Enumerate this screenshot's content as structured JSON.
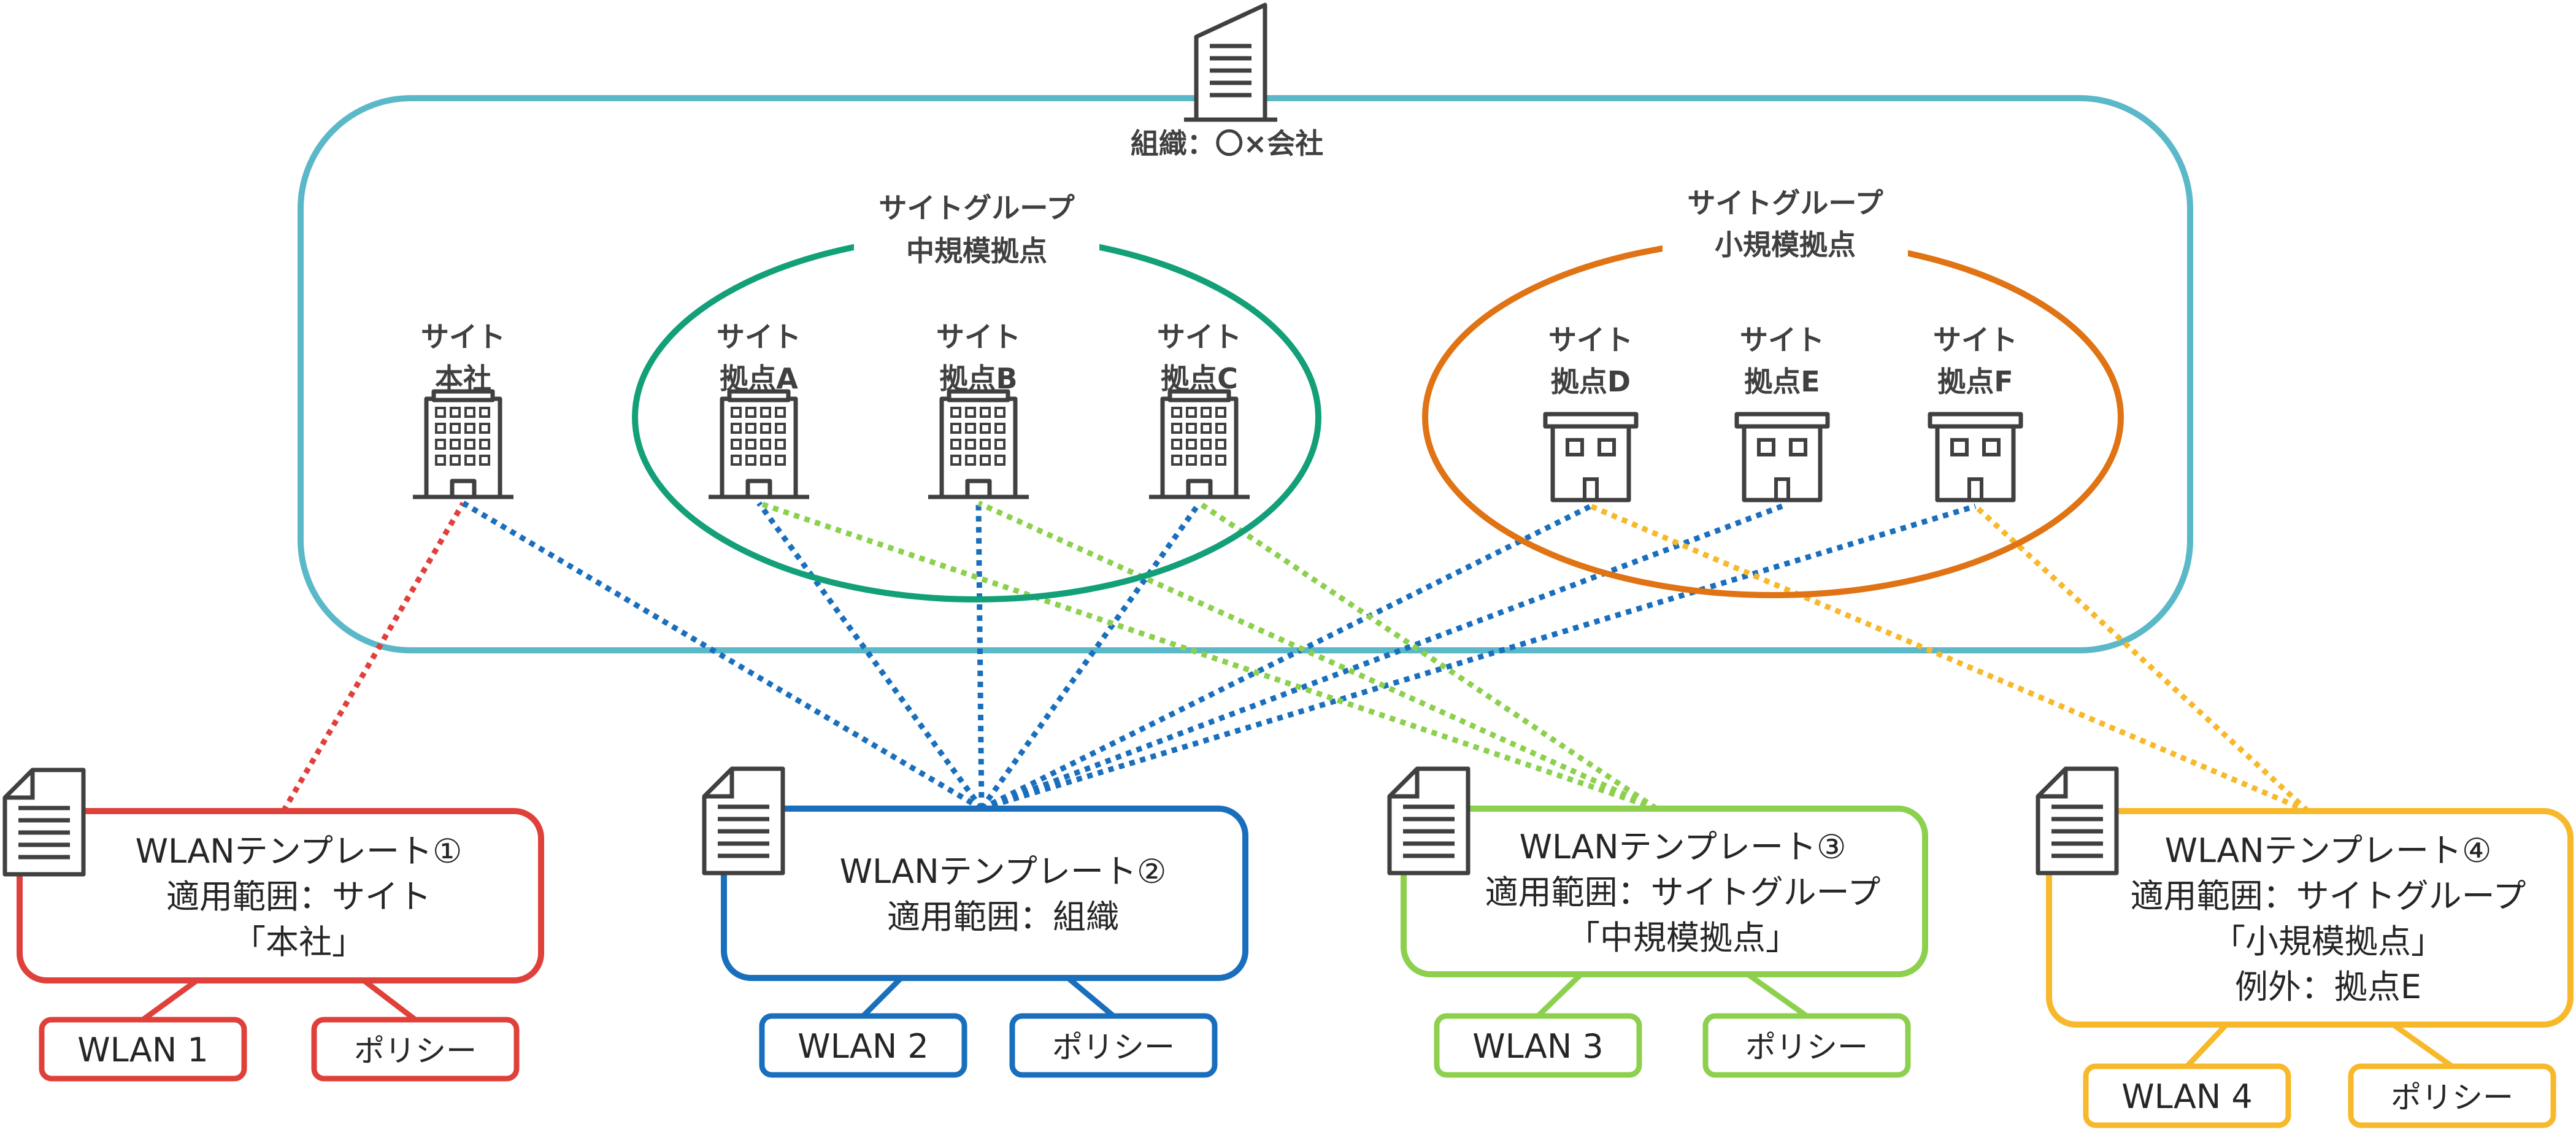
{
  "organization": {
    "label": "組織：〇×会社",
    "color": "#5bb8c8"
  },
  "site_groups": [
    {
      "line1": "サイトグループ",
      "line2": "中規模拠点",
      "color": "#13a079"
    },
    {
      "line1": "サイトグループ",
      "line2": "小規模拠点",
      "color": "#e07314"
    }
  ],
  "sites": [
    {
      "line1": "サイト",
      "line2": "本社",
      "icon": "office-building-icon"
    },
    {
      "line1": "サイト",
      "line2": "拠点A",
      "icon": "office-building-icon"
    },
    {
      "line1": "サイト",
      "line2": "拠点B",
      "icon": "office-building-icon"
    },
    {
      "line1": "サイト",
      "line2": "拠点C",
      "icon": "office-building-icon"
    },
    {
      "line1": "サイト",
      "line2": "拠点D",
      "icon": "shop-icon"
    },
    {
      "line1": "サイト",
      "line2": "拠点E",
      "icon": "shop-icon"
    },
    {
      "line1": "サイト",
      "line2": "拠点F",
      "icon": "shop-icon"
    }
  ],
  "templates": [
    {
      "lines": [
        "WLANテンプレート①",
        "適用範囲：サイト",
        "「本社」"
      ],
      "wlan": "WLAN 1",
      "policy": "ポリシー",
      "color": "#e0403a"
    },
    {
      "lines": [
        "WLANテンプレート②",
        "適用範囲：組織"
      ],
      "wlan": "WLAN 2",
      "policy": "ポリシー",
      "color": "#1a6fbd"
    },
    {
      "lines": [
        "WLANテンプレート③",
        "適用範囲：サイトグループ",
        "「中規模拠点」"
      ],
      "wlan": "WLAN 3",
      "policy": "ポリシー",
      "color": "#8cd04e"
    },
    {
      "lines": [
        "WLANテンプレート④",
        "適用範囲：サイトグループ",
        "「小規模拠点」",
        "例外：拠点E"
      ],
      "wlan": "WLAN 4",
      "policy": "ポリシー",
      "color": "#f7b92b"
    }
  ],
  "connections": [
    {
      "template": 0,
      "sites": [
        0
      ]
    },
    {
      "template": 1,
      "sites": [
        0,
        1,
        2,
        3,
        4,
        5,
        6
      ]
    },
    {
      "template": 2,
      "sites": [
        1,
        2,
        3
      ]
    },
    {
      "template": 3,
      "sites": [
        4,
        6
      ]
    }
  ]
}
